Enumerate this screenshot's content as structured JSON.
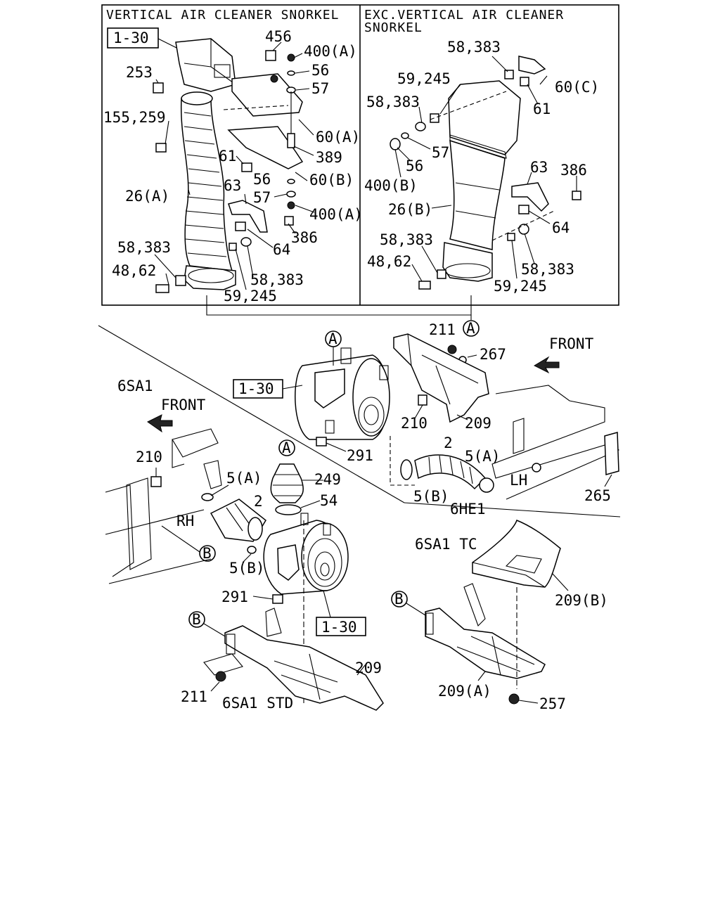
{
  "panels": {
    "left_title": "VERTICAL AIR CLEANER SNORKEL",
    "right_title_line1": "EXC.VERTICAL AIR CLEANER",
    "right_title_line2": "SNORKEL"
  },
  "refs": {
    "ref_1_30_a": "1-30",
    "ref_1_30_b": "1-30",
    "ref_1_30_c": "1-30"
  },
  "callouts": {
    "A": "A",
    "B": "B"
  },
  "labels": {
    "l456": "456",
    "l400a": "400(A)",
    "l56a": "56",
    "l57a": "57",
    "l253": "253",
    "l155_259": "155,259",
    "l60a": "60(A)",
    "l389": "389",
    "l61a": "61",
    "l56b": "56",
    "l60b": "60(B)",
    "l26a": "26(A)",
    "l63a": "63",
    "l57b": "57",
    "l400a2": "400(A)",
    "l386a": "386",
    "l58_383a": "58,383",
    "l64a": "64",
    "l48_62a": "48,62",
    "l58_383b": "58,383",
    "l59_245a": "59,245",
    "l58_383c": "58,383",
    "l59_245b": "59,245",
    "l60c": "60(C)",
    "l58_383d": "58,383",
    "l61b": "61",
    "l57c": "57",
    "l56c": "56",
    "l400b": "400(B)",
    "l63b": "63",
    "l386b": "386",
    "l26b": "26(B)",
    "l64b": "64",
    "l58_383e": "58,383",
    "l48_62b": "48,62",
    "l58_383f": "58,383",
    "l59_245c": "59,245",
    "l211a": "211",
    "l267": "267",
    "front_a": "FRONT",
    "l6sa1": "6SA1",
    "front_b": "FRONT",
    "l210a": "210",
    "l209a": "209",
    "l291a": "291",
    "l2a": "2",
    "l5a_a": "5(A)",
    "lh": "LH",
    "l265": "265",
    "l5b_a": "5(B)",
    "l6he1": "6HE1",
    "l210b": "210",
    "l5a_b": "5(A)",
    "l249": "249",
    "l2b": "2",
    "l54": "54",
    "rh": "RH",
    "l5b_b": "5(B)",
    "l6sa1tc": "6SA1 TC",
    "l209b": "209(B)",
    "l291b": "291",
    "l209c": "209",
    "l211b": "211",
    "l6sa1std": "6SA1 STD",
    "l209a2": "209(A)",
    "l257": "257"
  }
}
